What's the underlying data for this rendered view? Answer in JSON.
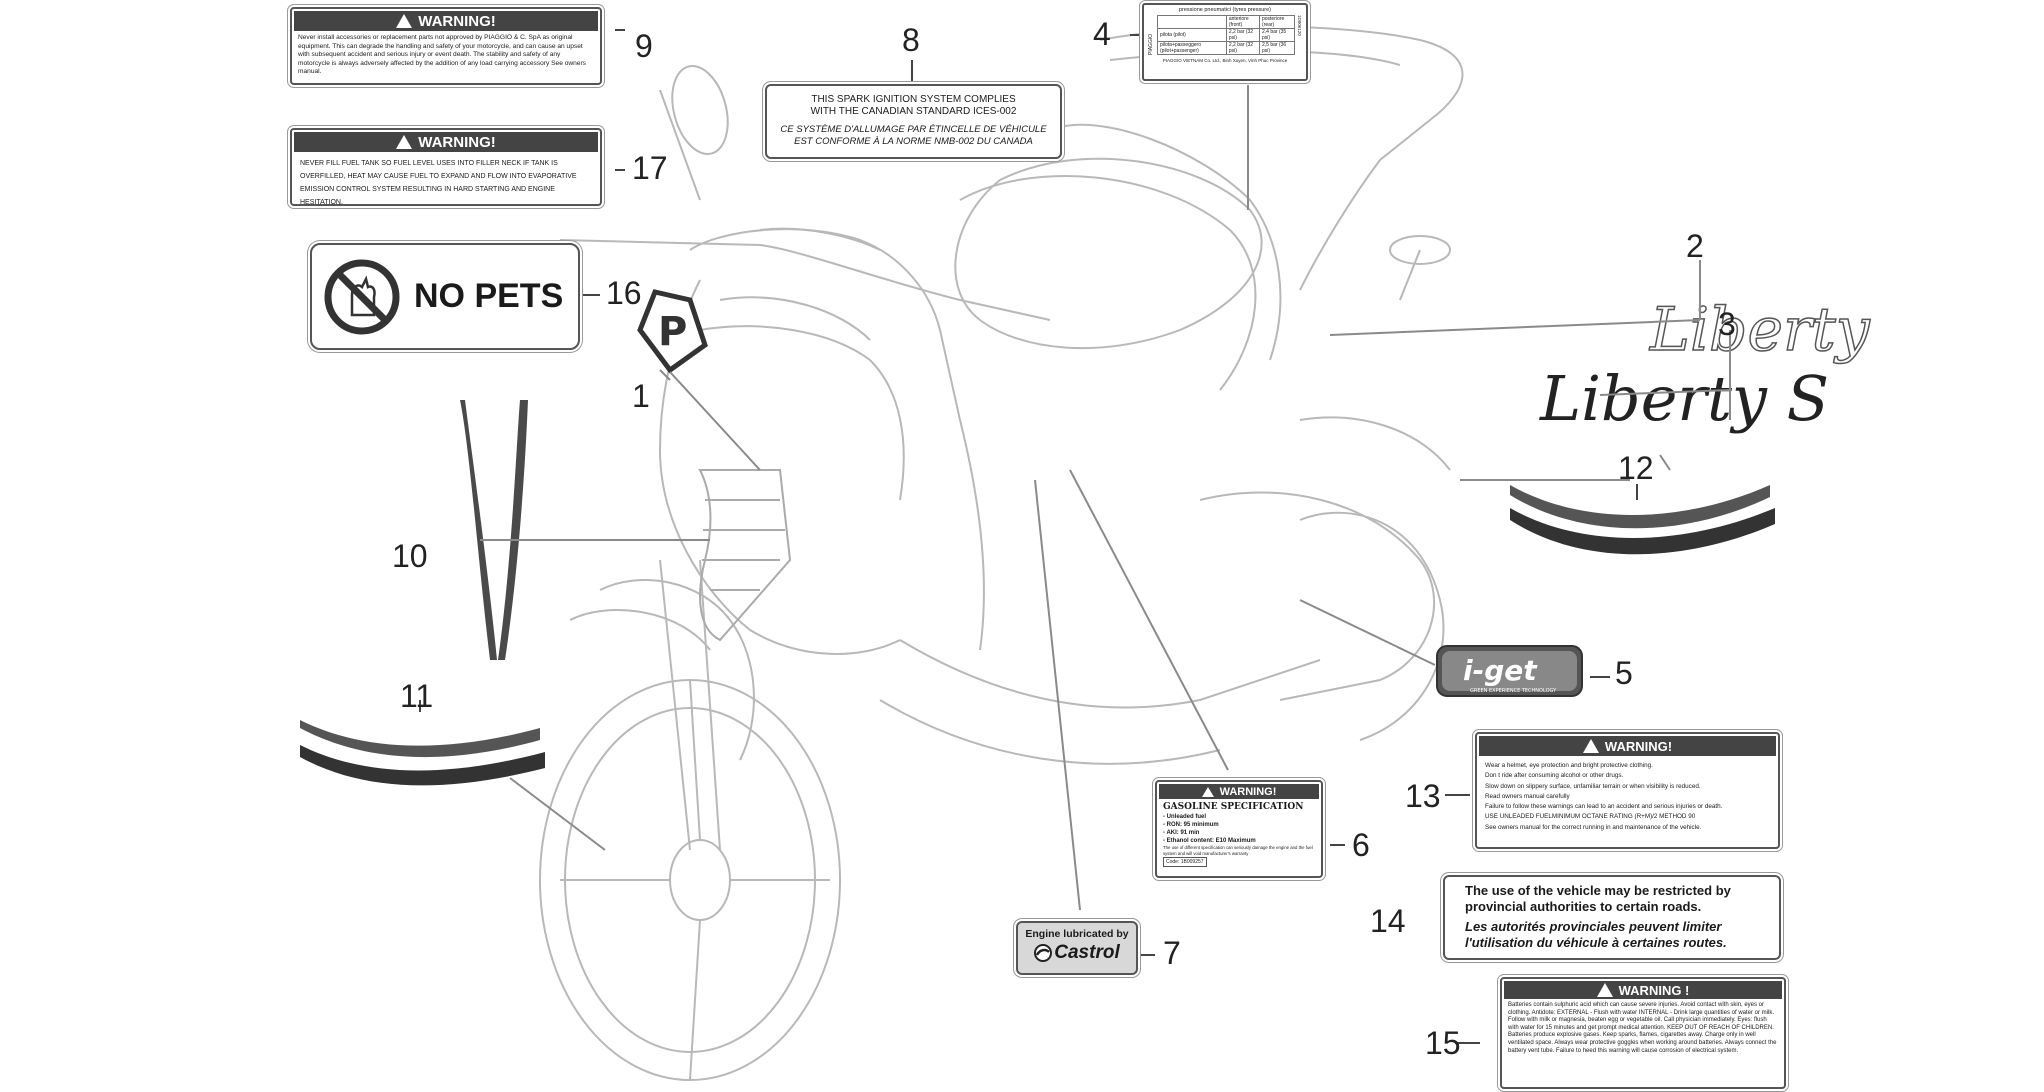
{
  "callouts": [
    "1",
    "2",
    "3",
    "4",
    "5",
    "6",
    "7",
    "8",
    "9",
    "10",
    "11",
    "12",
    "13",
    "14",
    "15",
    "16",
    "17"
  ],
  "label_9": {
    "header": "WARNING!",
    "body": "Never install accessories or replacement parts not approved by PIAGGIO & C. SpA as original equipment. This can degrade the handling and safety of your motorcycle, and can cause an upset with subsequent accident and serious injury or event death. The stability and safety of any motorcycle is always adversely affected by the addition of any load carrying accessory See owners manual."
  },
  "label_17": {
    "header": "WARNING!",
    "body": "NEVER FILL FUEL TANK SO FUEL LEVEL USES INTO FILLER NECK IF TANK IS OVERFILLED, HEAT MAY CAUSE FUEL TO EXPAND AND FLOW INTO EVAPORATIVE EMISSION CONTROL SYSTEM RESULTING IN HARD STARTING AND ENGINE HESITATION."
  },
  "label_16": {
    "text": "NO PETS"
  },
  "label_8": {
    "line1": "THIS SPARK IGNITION SYSTEM COMPLIES",
    "line2": "WITH THE CANADIAN STANDARD ICES-002",
    "line3": "CE SYSTÈME D'ALLUMAGE PAR ÉTINCELLE DE VÉHICULE",
    "line4": "EST CONFORME À LA NORME NMB-002 DU CANADA"
  },
  "label_4": {
    "title": "pressione pneumatici (tyres pressure)",
    "brand": "PIAGGIO",
    "code": "1D006120",
    "col_front": "anteriore (front)",
    "col_rear": "posteriore (rear)",
    "row1_label": "pilota (pilot)",
    "row1_front": "2,2 bar (32 psi)",
    "row1_rear": "2,4 bar (35 psi)",
    "row2_label": "pilota+passeggero (pilot+passenger)",
    "row2_front": "2,2 bar (32 psi)",
    "row2_rear": "2,5 bar (36 psi)",
    "footer": "PIAGGIO VIETNAM Co. Ltd., Binh Xuyen, Vinh Phuc Province"
  },
  "label_2": {
    "text": "Liberty"
  },
  "label_3": {
    "text": "Liberty S"
  },
  "label_5": {
    "text": "i-get",
    "sub": "GREEN EXPERIENCE TECHNOLOGY"
  },
  "label_13": {
    "header": "WARNING!",
    "items": [
      "Wear a helmet, eye protection and bright protective clothing.",
      "Don  t ride after consuming alcohol or other drugs.",
      "Slow down on slippery surface, unfamiliar terrain or when visibility is reduced.",
      "Read owners manual carefully",
      "Failure to follow these warnings can lead to an accident and serious injuries or death.",
      "USE UNLEADED FUELMINIMUM OCTANE RATING (R+M)/2 METHOD 90",
      "See owners manual for the correct running in and maintenance of the vehicle."
    ]
  },
  "label_6": {
    "header": "WARNING!",
    "title": "GASOLINE SPECIFICATION",
    "items": [
      "- Unleaded fuel",
      "- RON: 95 minimum",
      "- AKI: 91 min",
      "- Ethanol content: E10 Maximum"
    ],
    "note": "The use of different specification can seriously damage the engine and the fuel system and will void manufacturer's warranty",
    "code": "Code: 1B009257"
  },
  "label_14": {
    "en": "The use of the vehicle may be restricted by provincial authorities to certain roads.",
    "fr": "Les autorités provinciales peuvent limiter l'utilisation du véhicule à certaines routes."
  },
  "label_7": {
    "line1": "Engine lubricated by",
    "brand": "Castrol"
  },
  "label_15": {
    "header": "WARNING !",
    "body": "Batteries contain sulphuric acid which can cause severe injuries. Avoid contact with skin, eyes or clothing. Antidote: EXTERNAL - Flush with water INTERNAL - Drink large quantities of water or milk. Follow with milk or magnesia, beaten egg or vegetable oil. Call physician immediately. Eyes: flush with water for 15 minutes and get prompt medical attention. KEEP OUT OF REACH OF CHILDREN. Batteries produce explosive gases. Keep sparks, flames, cigarettes away. Charge only in well ventilated space. Always wear protective goggles when working around batteries. Always connect the battery vent tube. Failure to heed this warning will cause corrosion of electrical system."
  },
  "colors": {
    "line": "#9a9a9a",
    "dark": "#333333",
    "stripe": "#4a4a4a"
  }
}
